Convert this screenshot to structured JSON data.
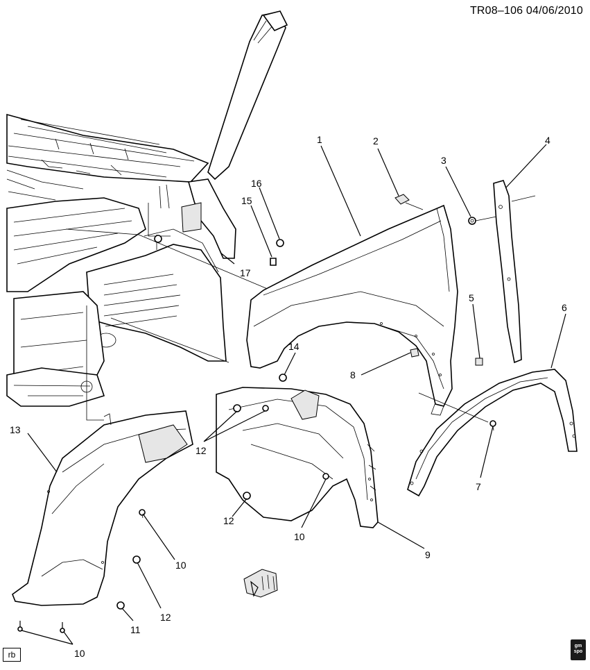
{
  "header": {
    "code": "TR08–106  04/06/2010"
  },
  "corner_tag": "rb",
  "badge": {
    "line1": "gm",
    "line2": "spo"
  },
  "callouts": [
    {
      "id": "c1",
      "label": "1"
    },
    {
      "id": "c2",
      "label": "2"
    },
    {
      "id": "c3",
      "label": "3"
    },
    {
      "id": "c4",
      "label": "4"
    },
    {
      "id": "c5",
      "label": "5"
    },
    {
      "id": "c6",
      "label": "6"
    },
    {
      "id": "c7",
      "label": "7"
    },
    {
      "id": "c8",
      "label": "8"
    },
    {
      "id": "c9",
      "label": "9"
    },
    {
      "id": "c10a",
      "label": "10"
    },
    {
      "id": "c10b",
      "label": "10"
    },
    {
      "id": "c10c",
      "label": "10"
    },
    {
      "id": "c11",
      "label": "11"
    },
    {
      "id": "c12a",
      "label": "12"
    },
    {
      "id": "c12b",
      "label": "12"
    },
    {
      "id": "c12c",
      "label": "12"
    },
    {
      "id": "c13",
      "label": "13"
    },
    {
      "id": "c14",
      "label": "14"
    },
    {
      "id": "c15",
      "label": "15"
    },
    {
      "id": "c16",
      "label": "16"
    },
    {
      "id": "c17",
      "label": "17"
    }
  ]
}
